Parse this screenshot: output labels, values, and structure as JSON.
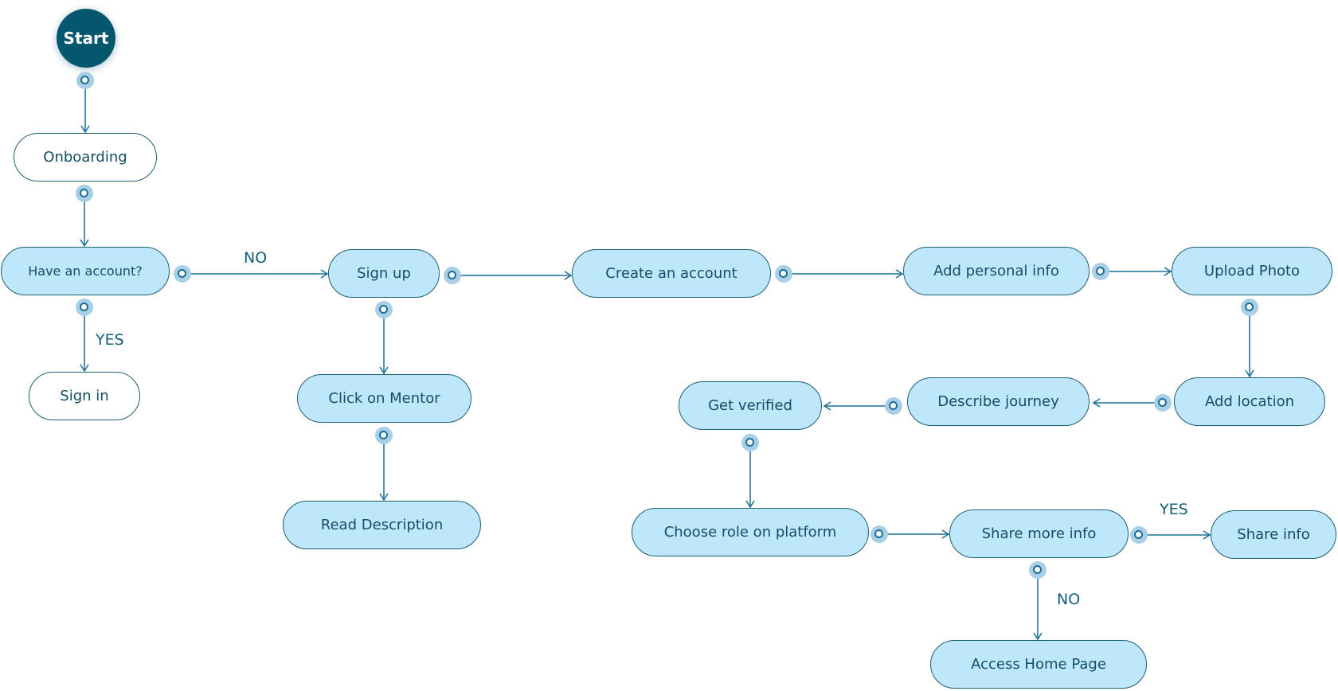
{
  "nodes": {
    "start": "Start",
    "onboarding": "Onboarding",
    "have_account": "Have an account?",
    "sign_in": "Sign in",
    "sign_up": "Sign up",
    "click_mentor": "Click on Mentor",
    "read_description": "Read Description",
    "create_account": "Create an account",
    "add_personal_info": "Add personal info",
    "upload_photo": "Upload Photo",
    "add_location": "Add location",
    "describe_journey": "Describe journey",
    "get_verified": "Get verified",
    "choose_role": "Choose role on platform",
    "share_more_info": "Share more info",
    "share_info": "Share info",
    "access_home": "Access Home Page"
  },
  "labels": {
    "no_1": "NO",
    "yes_1": "YES",
    "yes_2": "YES",
    "no_2": "NO"
  },
  "colors": {
    "node_fill": "#bfe7fb",
    "node_border": "#1f5f73",
    "start_fill": "#05566f",
    "arrow": "#1a6e96"
  }
}
